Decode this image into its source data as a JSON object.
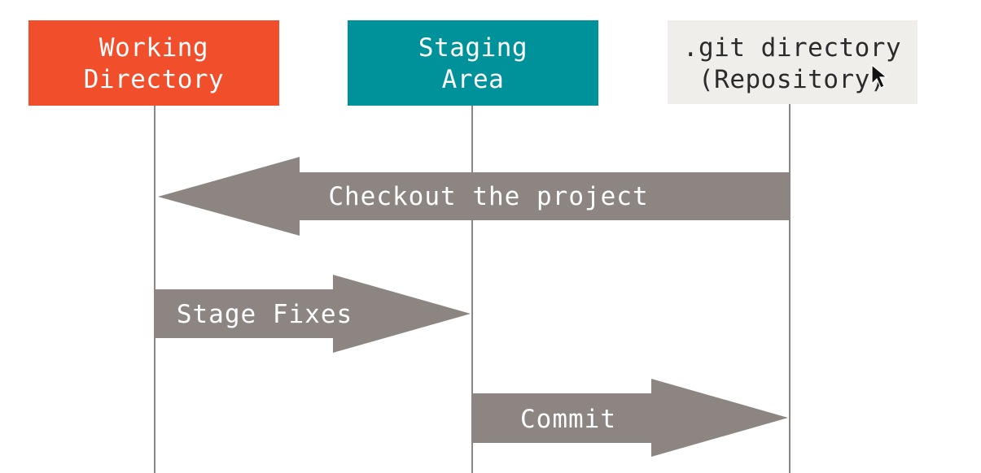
{
  "colors": {
    "background": "#ffffff",
    "working_directory": "#f14e2b",
    "staging_area": "#00929a",
    "repository": "#efeeea",
    "lifeline": "#8c8581",
    "arrow": "#8c8581",
    "box_text_light": "#ffffff",
    "box_text_dark": "#2b2b2b",
    "arrow_text": "#ffffff"
  },
  "boxes": {
    "working": {
      "lines": [
        "Working",
        "Directory"
      ]
    },
    "staging": {
      "lines": [
        "Staging",
        "Area"
      ]
    },
    "repo": {
      "lines": [
        ".git directory",
        "(Repository)"
      ]
    }
  },
  "arrows": {
    "checkout": {
      "label": "Checkout the project",
      "direction": "left"
    },
    "stage": {
      "label": "Stage Fixes",
      "direction": "right"
    },
    "commit": {
      "label": "Commit",
      "direction": "right"
    }
  },
  "cursor": {
    "icon": "mouse-pointer-icon"
  }
}
